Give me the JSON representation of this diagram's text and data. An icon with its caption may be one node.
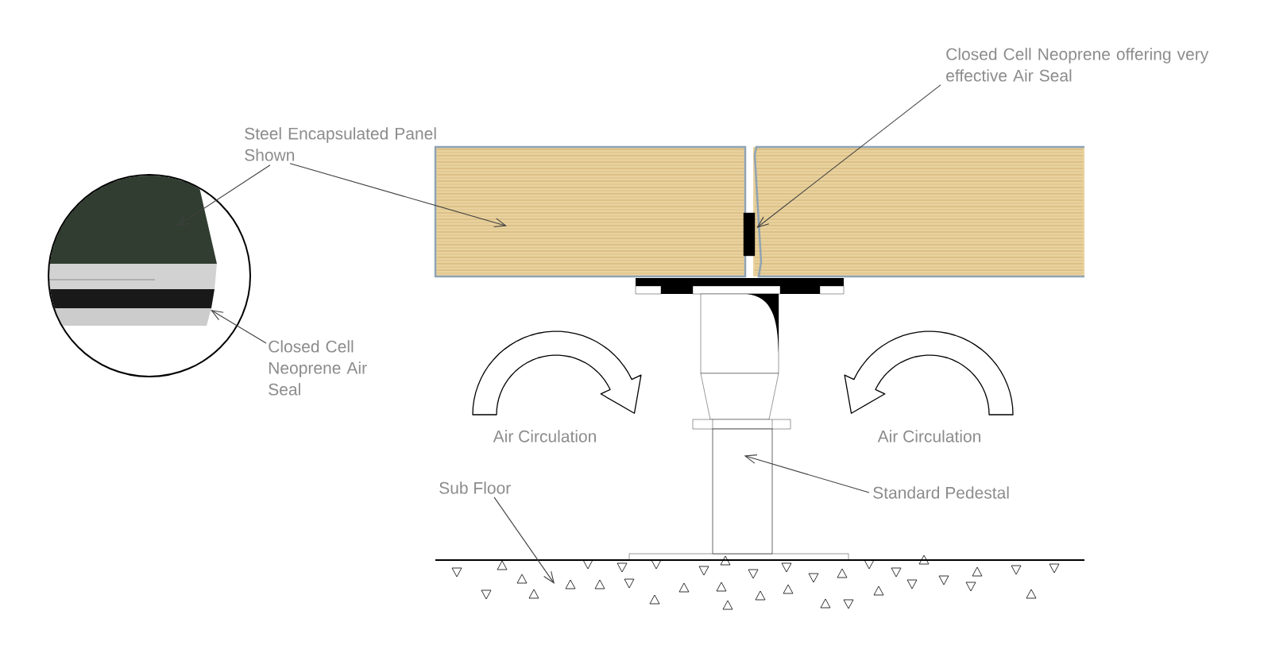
{
  "diagram": {
    "nodes": [
      {
        "text": [
          "Steel Encapsulated Panel Shown"
        ]
      },
      {
        "text": [],
        "shape": "picture"
      },
      {
        "text": [
          "Closed Cell Neoprene Air Seal"
        ]
      },
      {
        "text": [],
        "shape": "box"
      },
      {
        "text": [
          "Closed Cell Neoprene offering very effective Air Seal"
        ]
      },
      {
        "text": [],
        "shape": "bar"
      },
      {
        "text": [
          "Standard Pedestal"
        ]
      },
      {
        "text": [],
        "shape": "bar"
      },
      {
        "text": [
          "Sub Floor"
        ]
      },
      {
        "text": [],
        "shape": "box"
      }
    ],
    "edges": [
      {
        "from": 0,
        "to": 1,
        "arrow": "to"
      },
      {
        "from": 0,
        "to": 3,
        "arrow": "to"
      },
      {
        "from": 2,
        "to": 1,
        "arrow": "to"
      },
      {
        "from": 4,
        "to": 5,
        "arrow": "to"
      },
      {
        "from": 6,
        "to": 7,
        "arrow": "to"
      },
      {
        "from": 8,
        "to": 9,
        "arrow": "to"
      }
    ],
    "labels": [
      "Air Circulation",
      "Air Circulation"
    ]
  }
}
